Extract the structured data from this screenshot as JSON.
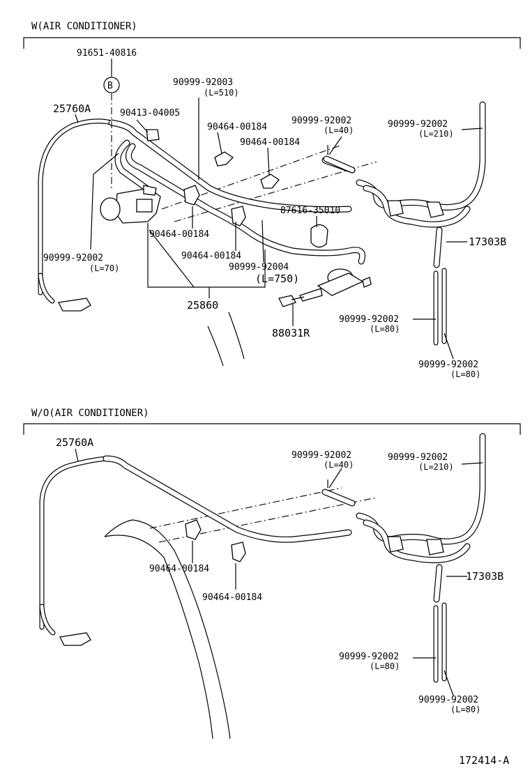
{
  "section_with_ac": {
    "title": "W(AIR CONDITIONER)",
    "labels": {
      "p91651": "91651-40816",
      "b_marker": "B",
      "p25760a": "25760A",
      "p90999_92003": "90999-92003",
      "p90999_92003_len": "(L=510)",
      "p90413": "90413-04005",
      "p90464_a": "90464-00184",
      "p90464_b": "90464-00184",
      "p90999_92002_a": "90999-92002",
      "p90999_92002_a_len": "(L=40)",
      "p90999_92002_b": "90999-92002",
      "p90999_92002_b_len": "(L=210)",
      "p87616": "87616-35010",
      "p17303b": "17303B",
      "p90464_c": "90464-00184",
      "p90464_d": "90464-00184",
      "p90999_92002_c": "90999-92002",
      "p90999_92002_c_len": "(L=70)",
      "p90999_92004": "90999-92004",
      "p90999_92004_len": "(L=750)",
      "p25860": "25860",
      "p88031r": "88031R",
      "p90999_92002_d": "90999-92002",
      "p90999_92002_d_len": "(L=80)",
      "p90999_92002_e": "90999-92002",
      "p90999_92002_e_len": "(L=80)"
    }
  },
  "section_without_ac": {
    "title": "W/O(AIR CONDITIONER)",
    "labels": {
      "p25760a": "25760A",
      "p90999_92002_a": "90999-92002",
      "p90999_92002_a_len": "(L=40)",
      "p90999_92002_b": "90999-92002",
      "p90999_92002_b_len": "(L=210)",
      "p17303b": "17303B",
      "p90464_a": "90464-00184",
      "p90464_b": "90464-00184",
      "p90999_92002_c": "90999-92002",
      "p90999_92002_c_len": "(L=80)",
      "p90999_92002_d": "90999-92002",
      "p90999_92002_d_len": "(L=80)"
    }
  },
  "figure_code": "172414-A"
}
